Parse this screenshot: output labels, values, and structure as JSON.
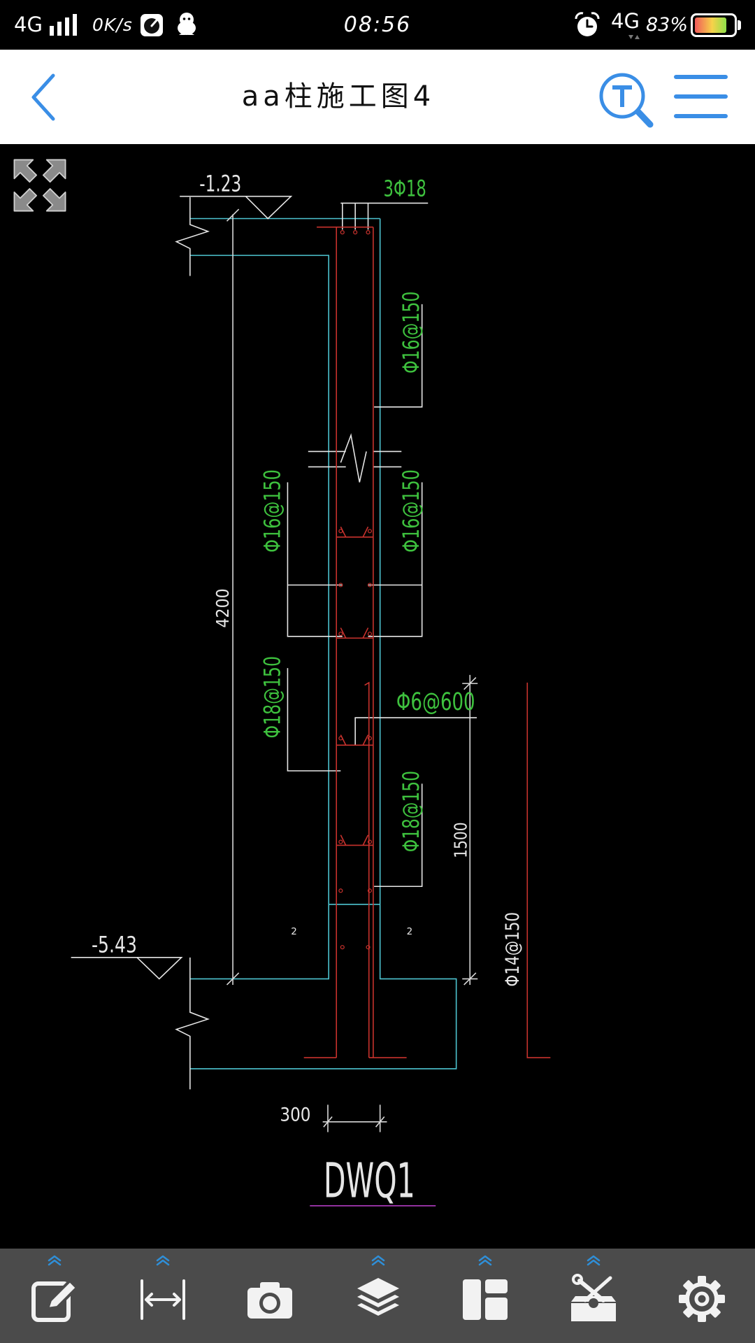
{
  "status_bar": {
    "network": "4G",
    "speed": "0K/s",
    "time": "08:56",
    "network_right": "4G",
    "battery": "83%",
    "icons": [
      "signal-strength-icon",
      "speedometer-app-icon",
      "penguin-notification-icon",
      "alarm-clock-icon",
      "data-activity-icon",
      "battery-icon"
    ]
  },
  "header": {
    "title": "aa柱施工图4",
    "left_icon": "chevron-left-icon",
    "right_icons": [
      "text-search-icon",
      "hamburger-menu-icon"
    ]
  },
  "canvas": {
    "fullscreen_icon": "expand-arrows-icon",
    "drawing": {
      "elevation_top": "-1.23",
      "top_bars": "3Φ18",
      "upper_right_bars": "Φ16@150",
      "middle_left_bars": "Φ16@150",
      "middle_right_bars": "Φ16@150",
      "lower_left_bars": "Φ18@150",
      "tie_bars": "Φ6@600",
      "lower_right_bars": "Φ18@150",
      "outer_bars": "Φ14@150",
      "total_height": "4200",
      "lower_height": "1500",
      "section_marker_left": "2",
      "section_marker_right": "2",
      "elevation_bottom": "-5.43",
      "thickness": "300",
      "member_id": "DWQ1"
    }
  },
  "toolbar": {
    "items": [
      {
        "icon": "edit-icon",
        "chevron": true
      },
      {
        "icon": "measure-distance-icon",
        "chevron": true
      },
      {
        "icon": "camera-icon",
        "chevron": false
      },
      {
        "icon": "layers-icon",
        "chevron": true
      },
      {
        "icon": "layout-icon",
        "chevron": true
      },
      {
        "icon": "toolbox-icon",
        "chevron": true
      },
      {
        "icon": "settings-gear-icon",
        "chevron": false
      }
    ]
  },
  "colors": {
    "accent": "#3a8ee6",
    "toolbar_background": "#4b4b4b",
    "toolbar_chevron": "#2f8fd8",
    "cad_green": "#3ec13e",
    "cad_cyan": "#4dc4d0",
    "cad_red": "#c8322d",
    "cad_magenta": "#b03cc0"
  }
}
